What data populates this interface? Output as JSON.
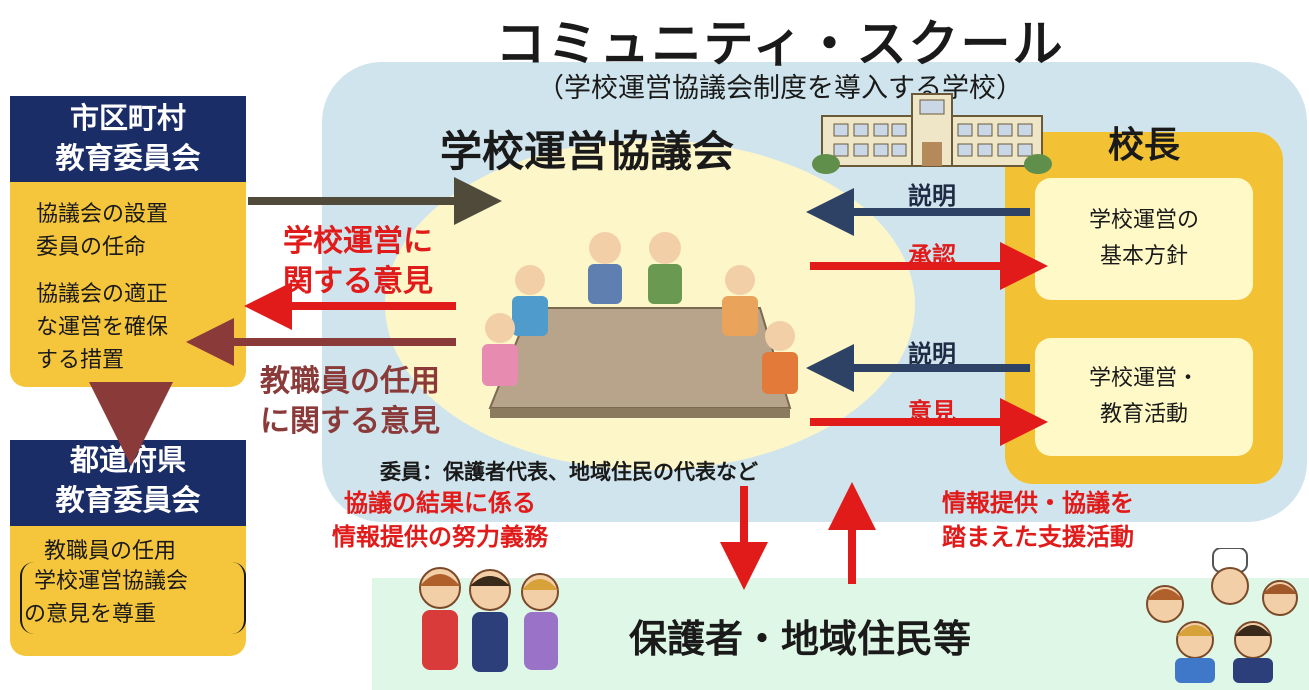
{
  "title": "コミュニティ・スクール",
  "subtitle": "（学校運営協議会制度を導入する学校）",
  "council": {
    "title": "学校運営協議会",
    "members": "委員：保護者代表、地域住民の代表など"
  },
  "principal": {
    "title": "校長",
    "box1": [
      "学校運営の",
      "基本方針"
    ],
    "box2": [
      "学校運営・",
      "教育活動"
    ],
    "label_explain_1": "説明",
    "label_approve": "承認",
    "label_explain_2": "説明",
    "label_opinion": "意見"
  },
  "municipal_board": {
    "header": [
      "市区町村",
      "教育委員会"
    ],
    "items": [
      "協議会の設置",
      "委員の任命",
      "協議会の適正",
      "な運営を確保",
      "する措置"
    ]
  },
  "prefectural_board": {
    "header": [
      "都道府県",
      "教育委員会"
    ],
    "items": [
      "教職員の任用",
      "学校運営協議会",
      "の意見を尊重"
    ]
  },
  "opinions": {
    "school_management": [
      "学校運営に",
      "関する意見"
    ],
    "staff_appointment": [
      "教職員の任用",
      "に関する意見"
    ]
  },
  "community_links": {
    "info_duty": [
      "協議の結果に係る",
      "情報提供の努力義務"
    ],
    "support": [
      "情報提供・協議を",
      "踏まえた支援活動"
    ]
  },
  "community": {
    "title": "保護者・地域住民等"
  },
  "colors": {
    "navy": "#1b2d66",
    "gold": "#f2c234",
    "red": "#e11a1a",
    "blue_arrow": "#2e4266",
    "light_blue": "#cfe4ec",
    "light_green": "#dff7e6"
  }
}
